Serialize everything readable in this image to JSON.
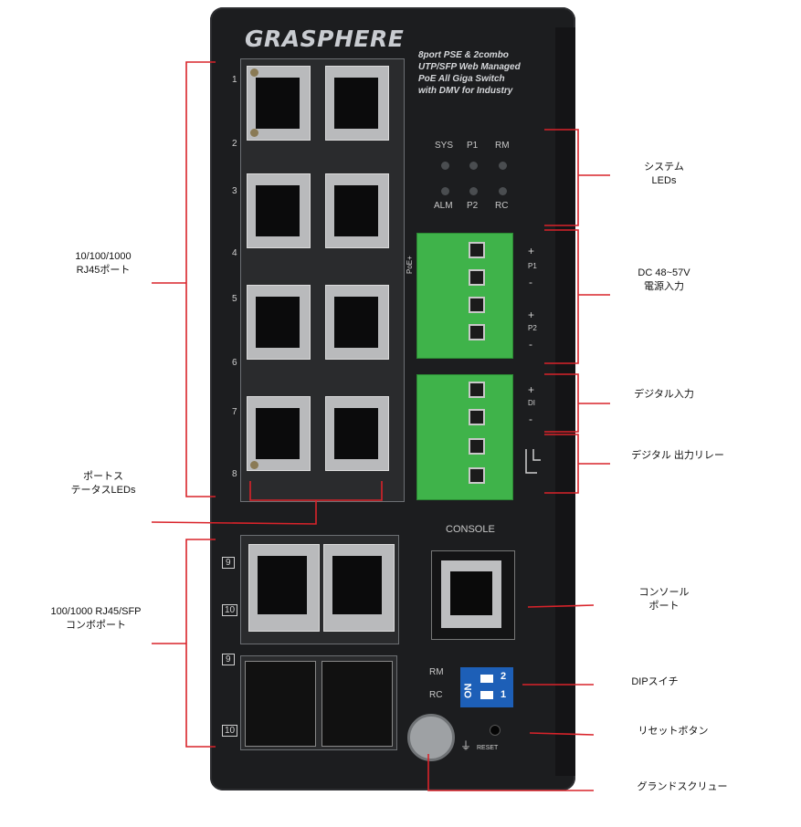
{
  "device": {
    "brand": "GRASPHERE",
    "model_lines": [
      "8port PSE & 2combo",
      "UTP/SFP Web Managed",
      "PoE All Giga Switch",
      "with DMV for Industry"
    ],
    "led_labels_top": [
      "SYS",
      "P1",
      "RM"
    ],
    "led_labels_bottom": [
      "ALM",
      "P2",
      "RC"
    ],
    "poe_label": "PoE+",
    "terminal_labels": {
      "p1": "P1",
      "p2": "P2",
      "di": "DI",
      "plus": "+",
      "minus": "-"
    },
    "port_numbers": [
      "1",
      "2",
      "3",
      "4",
      "5",
      "6",
      "7",
      "8"
    ],
    "combo_numbers": [
      "9",
      "10"
    ],
    "console_label": "CONSOLE",
    "dip_labels": {
      "rm": "RM",
      "rc": "RC",
      "on": "ON",
      "n1": "1",
      "n2": "2"
    },
    "reset_label": "RESET"
  },
  "callouts": {
    "rj45_ports": [
      "10/100/1000",
      "RJ45ポート"
    ],
    "status_leds": [
      "ポートス",
      "テータスLEDs"
    ],
    "combo_ports": [
      "100/1000 RJ45/SFP",
      "コンボポート"
    ],
    "system_leds": [
      "システム",
      "LEDs"
    ],
    "dc_power": [
      "DC 48~57V",
      "電源入力"
    ],
    "digital_input": "デジタル入力",
    "digital_relay": "デジタル 出力リレー",
    "console_port": [
      "コンソール",
      "ポート"
    ],
    "dip_switch": "DIPスイチ",
    "reset_button": "リセットボタン",
    "ground_screw": "グランドスクリュー"
  },
  "colors": {
    "line": "#d9232a",
    "terminal": "#3fb34a",
    "dip": "#1d5fb7",
    "body": "#1c1d1f"
  }
}
